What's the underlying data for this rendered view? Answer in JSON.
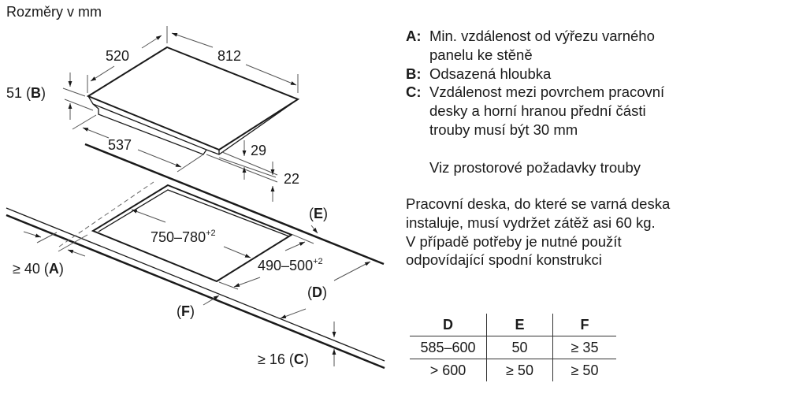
{
  "title": "Rozměry v mm",
  "diagram": {
    "dim_width": "520",
    "dim_length": "812",
    "dim_depth_b": "51",
    "label_b": "B",
    "dim_537": "537",
    "dim_29": "29",
    "dim_22": "22",
    "cutout_length": "750–780",
    "cutout_length_tol": "+2",
    "cutout_width": "490–500",
    "cutout_width_tol": "+2",
    "dim_a": "≥ 40",
    "label_a": "A",
    "dim_c": "≥ 16",
    "label_c": "C",
    "label_d": "D",
    "label_e": "E",
    "label_f": "F"
  },
  "legend": [
    {
      "key": "A:",
      "lines": [
        "Min. vzdálenost od výřezu varného",
        "panelu ke stěně"
      ]
    },
    {
      "key": "B:",
      "lines": [
        "Odsazená hloubka"
      ]
    },
    {
      "key": "C:",
      "lines": [
        "Vzdálenost mezi povrchem pracovní",
        "desky a horní hranou přední části",
        "trouby musí být 30 mm"
      ]
    }
  ],
  "note": "Viz prostorové požadavky trouby",
  "paragraph": [
    "Pracovní deska, do které se varná deska",
    "instaluje, musí vydržet zátěž asi 60 kg.",
    "V případě potřeby je nutné použít",
    "odpovídající spodní konstrukci"
  ],
  "table": {
    "headers": [
      "D",
      "E",
      "F"
    ],
    "rows": [
      [
        "585–600",
        "50",
        "≥ 35"
      ],
      [
        "> 600",
        "≥ 50",
        "≥ 50"
      ]
    ]
  }
}
